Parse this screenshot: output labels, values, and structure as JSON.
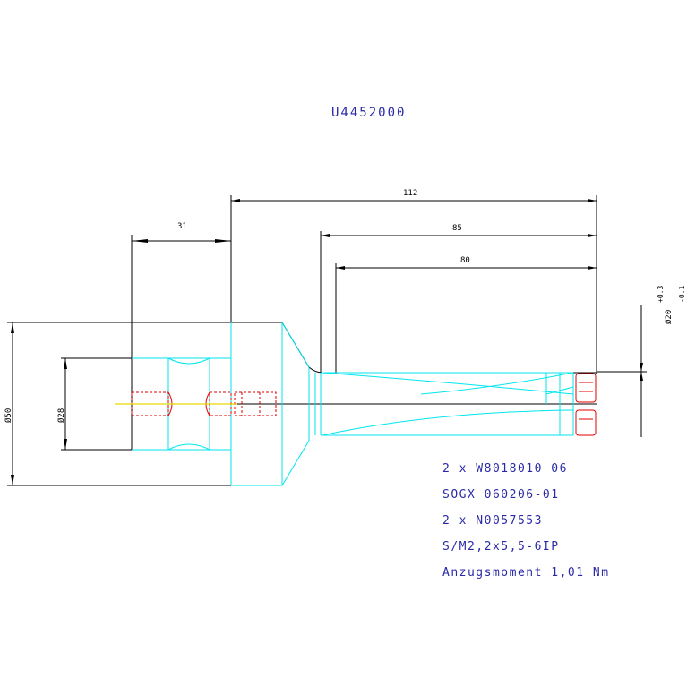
{
  "drawing": {
    "part_number": "U4452000",
    "dimensions": {
      "length_112": "112",
      "length_85": "85",
      "length_80": "80",
      "length_31": "31",
      "diameter_50": "Ø50",
      "diameter_28": "Ø28",
      "diameter_20": "Ø20",
      "tol_upper": "+0.3",
      "tol_lower": "-0.1"
    },
    "notes": [
      "2 x W8018010 06",
      "SOGX 060206-01",
      "2 x N0057553",
      "S/M2,2x5,5-6IP",
      "Anzugsmoment 1,01 Nm"
    ]
  }
}
